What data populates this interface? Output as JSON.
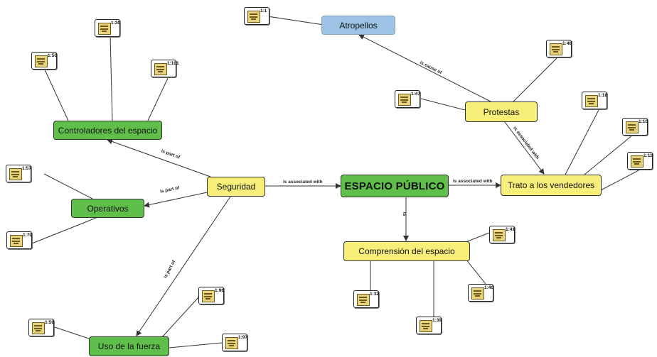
{
  "nodes": {
    "central": "ESPACIO PÚBLICO",
    "seguridad": "Seguridad",
    "controladores": "Controladores del espacio",
    "operativos": "Operativos",
    "uso_fuerza": "Uso de la fuerza",
    "comprension": "Comprensión del espacio",
    "trato": "Trato a los vendedores",
    "protestas": "Protestas",
    "atropellos": "Atropellos"
  },
  "relations": {
    "seg_central": "is associated with",
    "central_trato": "is associated with",
    "seg_controladores": "is part of",
    "seg_operativos": "is part of",
    "seg_uso": "is part of",
    "central_comprension": "is",
    "protestas_atropellos": "is cause of",
    "protestas_trato": "is associated with"
  },
  "quotes": {
    "q_1_1": "1:1",
    "q_1_30": "1:30",
    "q_1_50": "1:50",
    "q_1_101": "1:101",
    "q_1_57": "1:57",
    "q_1_70": "1:70",
    "q_1_59": "1:59",
    "q_1_96": "1:96",
    "q_1_97": "1:97",
    "q_1_46": "1:46",
    "q_1_47": "1:47",
    "q_1_18": "1:18",
    "q_1_10": "1:10",
    "q_1_11": "1:11",
    "q_1_41": "1:41",
    "q_1_40": "1:40",
    "q_1_32": "1:32",
    "q_1_39": "1:39"
  }
}
